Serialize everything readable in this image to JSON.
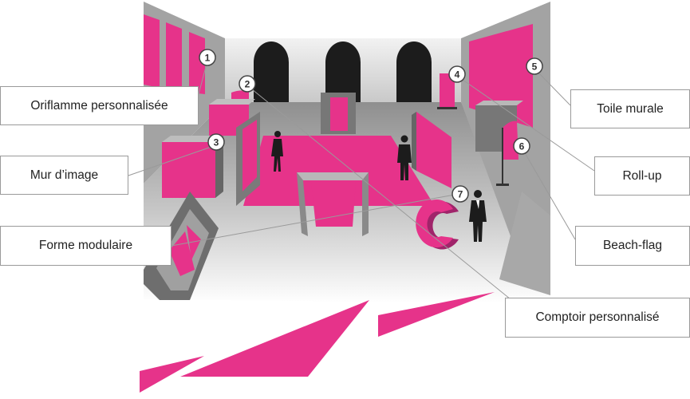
{
  "labels": {
    "oriflamme": "Oriflamme personnalisée",
    "mur_image": "Mur d’image",
    "forme_modulaire": "Forme modulaire",
    "toile_murale": "Toile murale",
    "roll_up": "Roll-up",
    "beach_flag": "Beach-flag",
    "comptoir": "Comptoir personnalisé"
  },
  "markers": [
    "1",
    "2",
    "3",
    "4",
    "5",
    "6",
    "7"
  ],
  "colors": {
    "accent": "#e6338a",
    "wall": "#9a9a9a",
    "floor": "#d4d4d4",
    "dark": "#1c1c1c"
  }
}
